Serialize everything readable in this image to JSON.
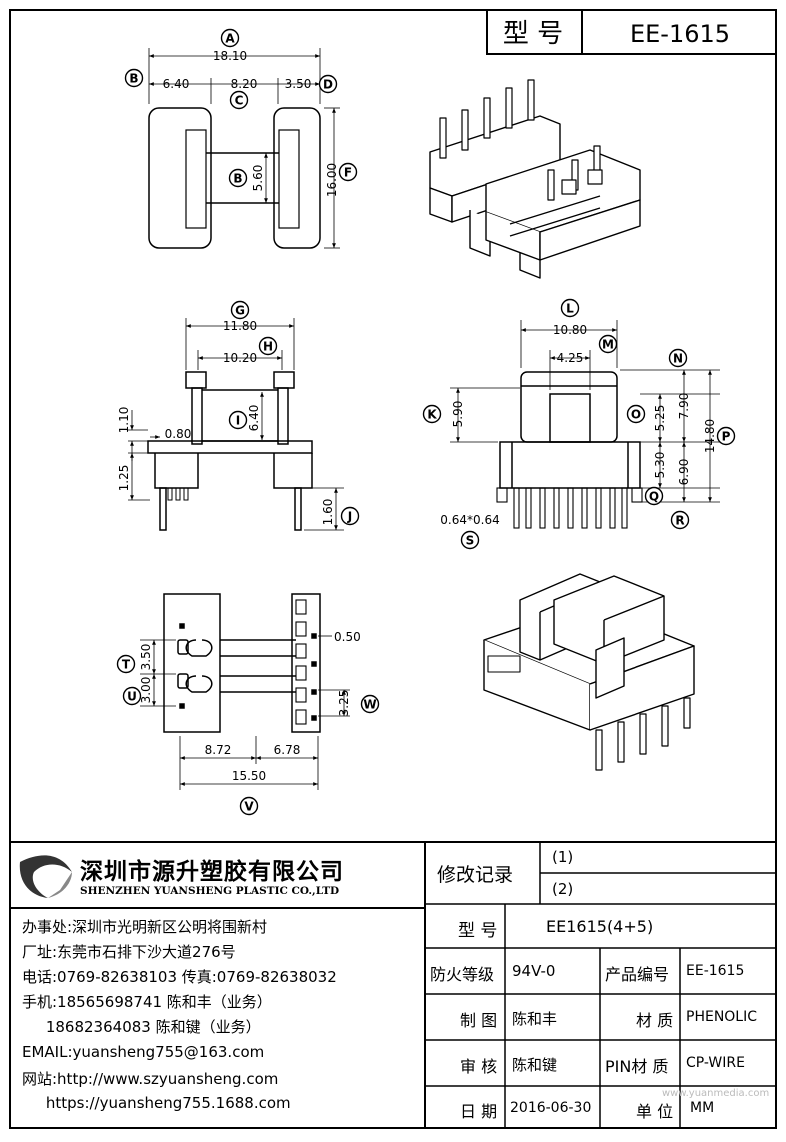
{
  "header": {
    "model_label": "型 号",
    "model_value": "EE-1615"
  },
  "dims": {
    "top_total": "18.10",
    "top_left": "6.40",
    "top_mid": "8.20",
    "top_right": "3.50",
    "top_height": "16.00",
    "top_core": "5.60",
    "side_outer": "11.80",
    "side_inner": "10.20",
    "side_core": "6.40",
    "side_slot": "0.80",
    "side_flange": "1.10",
    "side_base": "1.25",
    "side_pin": "1.60",
    "front_width": "10.80",
    "front_core": "4.25",
    "front_upper": "5.90",
    "front_a": "5.25",
    "front_b": "7.90",
    "front_c": "5.30",
    "front_d": "6.90",
    "front_total": "14.80",
    "front_pin": "0.64*0.64",
    "bottom_left": "8.72",
    "bottom_right": "6.78",
    "bottom_total": "15.50",
    "bottom_pin": "0.50",
    "bottom_pitch": "3.25",
    "bottom_t": "3.50",
    "bottom_u": "3.00"
  },
  "labels": [
    "A",
    "B",
    "C",
    "D",
    "B",
    "F",
    "G",
    "H",
    "I",
    "J",
    "K",
    "L",
    "M",
    "N",
    "O",
    "P",
    "Q",
    "R",
    "S",
    "T",
    "U",
    "V",
    "W"
  ],
  "company": {
    "name_cn": "深圳市源升塑胶有限公司",
    "name_en": "SHENZHEN YUANSHENG PLASTIC CO.,LTD"
  },
  "contact": [
    "办事处:深圳市光明新区公明将围新村",
    "厂址:东莞市石排下沙大道276号",
    "电话:0769-82638103 传真:0769-82638032",
    "手机:18565698741 陈和丰（业务）",
    "     18682364083 陈和键（业务）",
    "EMAIL:yuansheng755@163.com",
    "网站:http://www.szyuansheng.com",
    "     https://yuansheng755.1688.com"
  ],
  "revision": {
    "label": "修改记录",
    "r1": "(1)",
    "r2": "(2)"
  },
  "info": {
    "model_label": "型 号",
    "model_value": "EE1615(4+5)",
    "fire_label": "防火等级",
    "fire_value": "94V-0",
    "product_label": "产品编号",
    "product_value": "EE-1615",
    "draw_label": "制 图",
    "draw_value": "陈和丰",
    "material_label": "材 质",
    "material_value": "PHENOLIC",
    "check_label": "审 核",
    "check_value": "陈和键",
    "pin_label": "PIN材 质",
    "pin_value": "CP-WIRE",
    "date_label": "日 期",
    "date_value": "2016-06-30",
    "unit_label": "单 位",
    "unit_value": "MM",
    "watermark": "www.yuanmedia.com"
  }
}
